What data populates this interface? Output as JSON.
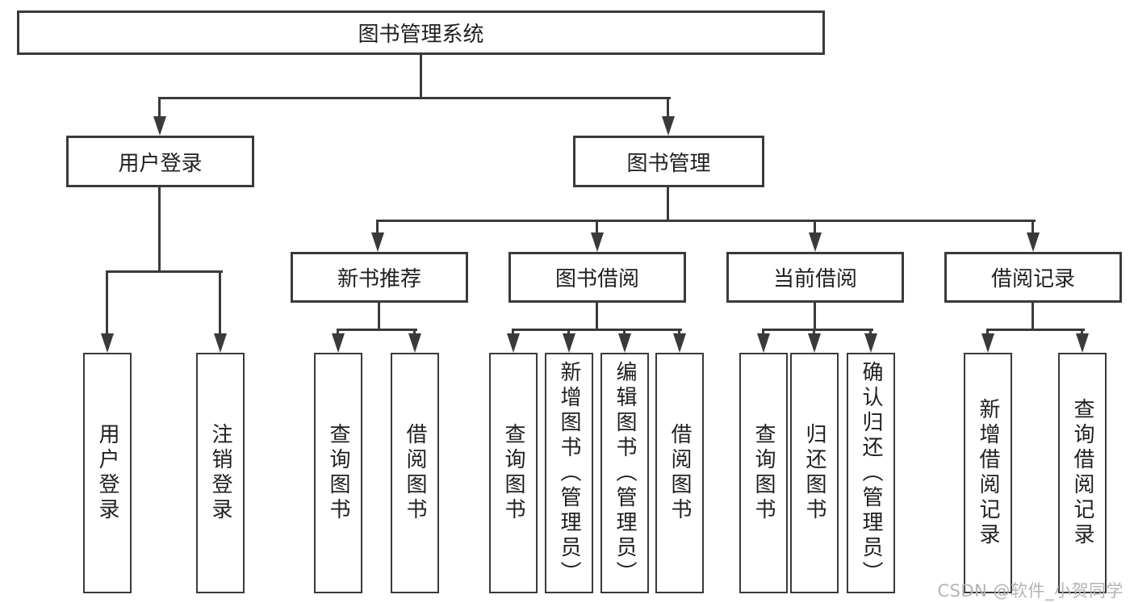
{
  "diagram_title": "图书管理系统",
  "nodes": {
    "root": "图书管理系统",
    "user_login": "用户登录",
    "book_mgmt": "图书管理",
    "new_book_rec": "新书推荐",
    "book_borrow": "图书借阅",
    "current_borrow": "当前借阅",
    "borrow_record": "借阅记录",
    "leaf_user_login": "用户登录",
    "leaf_logout": "注销登录",
    "leaf_query_book_a": "查询图书",
    "leaf_borrow_book_a": "借阅图书",
    "leaf_query_book_b": "查询图书",
    "leaf_add_book": "新增图书（管理员）",
    "leaf_edit_book": "编辑图书（管理员）",
    "leaf_borrow_book_b": "借阅图书",
    "leaf_query_book_c": "查询图书",
    "leaf_return_book": "归还图书",
    "leaf_confirm_return": "确认归还（管理员）",
    "leaf_add_record": "新增借阅记录",
    "leaf_query_record": "查询借阅记录"
  },
  "watermark": "CSDN @软件_小贺同学",
  "colors": {
    "line": "#3a3a3a",
    "text": "#1f1f1f",
    "node_fill": "#ffffff",
    "background": "#ffffff",
    "watermark": "#b4b4b8"
  }
}
